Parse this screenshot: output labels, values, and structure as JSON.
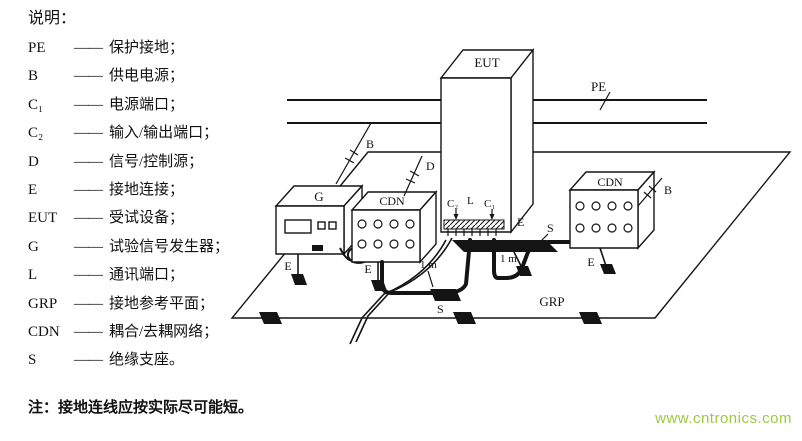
{
  "legend": {
    "title": "说明：",
    "dash": "——",
    "items": [
      {
        "term": "PE",
        "desc": "保护接地；"
      },
      {
        "term": "B",
        "desc": "供电电源；"
      },
      {
        "term": "C₁",
        "desc": "电源端口；"
      },
      {
        "term": "C₂",
        "desc": "输入/输出端口；"
      },
      {
        "term": "D",
        "desc": "信号/控制源；"
      },
      {
        "term": "E",
        "desc": "接地连接；"
      },
      {
        "term": "EUT",
        "desc": "受试设备；"
      },
      {
        "term": "G",
        "desc": "试验信号发生器；"
      },
      {
        "term": "L",
        "desc": "通讯端口；"
      },
      {
        "term": "GRP",
        "desc": "接地参考平面；"
      },
      {
        "term": "CDN",
        "desc": "耦合/去耦网络；"
      },
      {
        "term": "S",
        "desc": "绝缘支座。"
      }
    ],
    "note": "注：接地连线应按实际尽可能短。"
  },
  "diagram": {
    "labels": {
      "eut": "EUT",
      "pe": "PE",
      "grp": "GRP",
      "g": "G",
      "cdn_left": "CDN",
      "cdn_right": "CDN",
      "b_left": "B",
      "b_right": "B",
      "d": "D",
      "c1": "C₁",
      "c2": "C₂",
      "l": "L",
      "e_g": "E",
      "e_cdn_left": "E",
      "e_eut": "E",
      "e_cdn_right": "E",
      "s_eut": "S",
      "s_cable": "S",
      "len_left": "1 m",
      "len_right": "1 m"
    }
  },
  "watermark": {
    "text": "www.cntronics.com",
    "color": "#9cc93f"
  }
}
